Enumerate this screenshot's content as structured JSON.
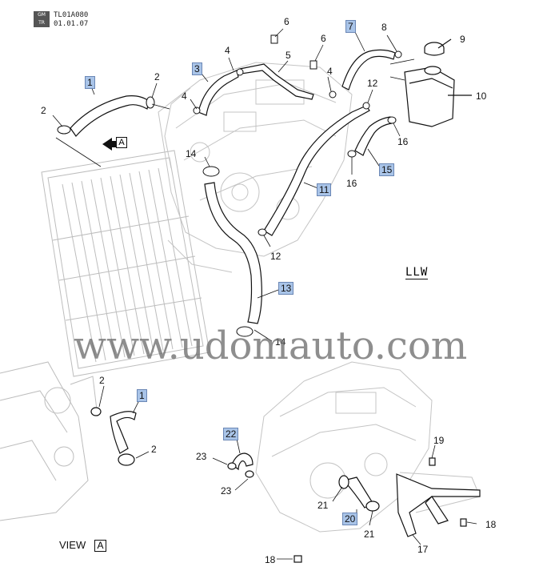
{
  "header": {
    "code": "TL01A080",
    "date": "01.01.07",
    "badge_top": "GM",
    "badge_bottom": "TR"
  },
  "legend_tag": "LLW",
  "watermark": "www.udomauto.com",
  "view_label": "VIEW",
  "view_letter": "A",
  "arrow_letter": "A",
  "callouts": {
    "c1": "1",
    "c2a": "2",
    "c2b": "2",
    "c3": "3",
    "c4a": "4",
    "c4b": "4",
    "c4c": "4",
    "c5": "5",
    "c6a": "6",
    "c6b": "6",
    "c7": "7",
    "c8": "8",
    "c9": "9",
    "c10": "10",
    "c11": "11",
    "c12a": "12",
    "c12b": "12",
    "c13": "13",
    "c14a": "14",
    "c14b": "14",
    "c15": "15",
    "c16a": "16",
    "c16b": "16",
    "v1": "1",
    "v2a": "2",
    "v2b": "2",
    "c17": "17",
    "c18a": "18",
    "c18b": "18",
    "c19": "19",
    "c20": "20",
    "c21a": "21",
    "c21b": "21",
    "c22": "22",
    "c23a": "23",
    "c23b": "23"
  }
}
